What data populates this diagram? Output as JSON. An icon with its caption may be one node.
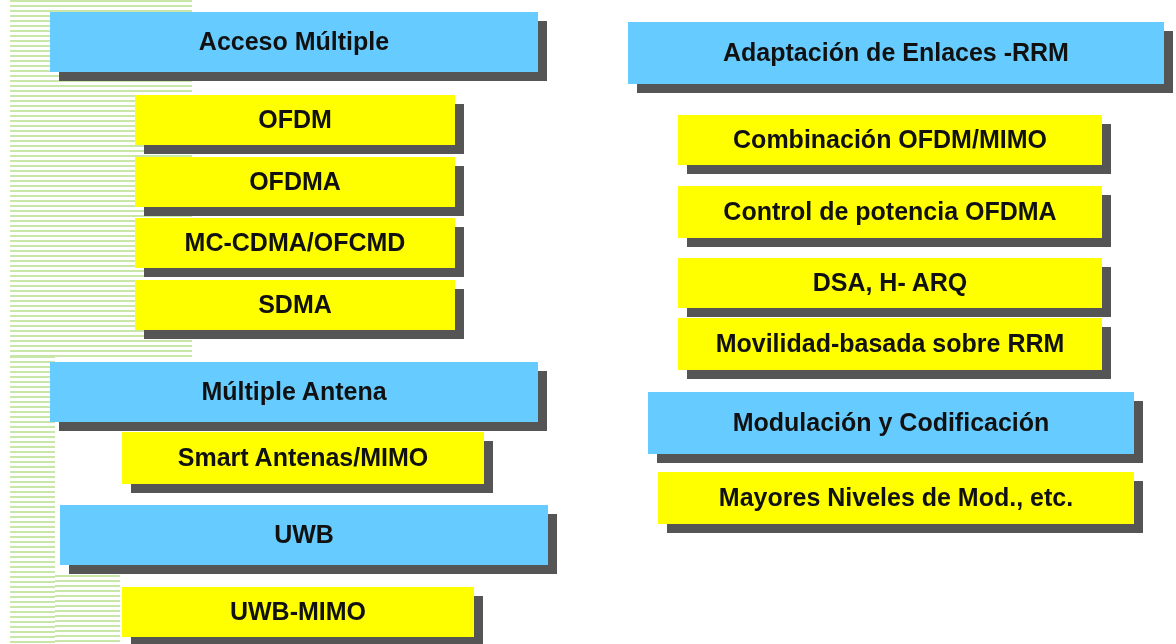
{
  "diagram": {
    "nodes": [
      {
        "text": [
          "Acceso Múltiple"
        ]
      },
      {
        "text": [
          "OFDM"
        ]
      },
      {
        "text": [
          "OFDMA"
        ]
      },
      {
        "text": [
          "MC-CDMA/OFCMD"
        ]
      },
      {
        "text": [
          "SDMA"
        ]
      },
      {
        "text": [
          "Múltiple Antena"
        ]
      },
      {
        "text": [
          "Smart Antenas/MIMO"
        ]
      },
      {
        "text": [
          "UWB"
        ]
      },
      {
        "text": [
          "UWB-MIMO"
        ]
      },
      {
        "text": [
          "Adaptación de Enlaces -RRM"
        ]
      },
      {
        "text": [
          "Combinación OFDM/MIMO"
        ]
      },
      {
        "text": [
          "Control de potencia OFDMA"
        ]
      },
      {
        "text": [
          "DSA, H- ARQ"
        ]
      },
      {
        "text": [
          "Movilidad-basada sobre RRM"
        ]
      },
      {
        "text": [
          "Modulación y Codificación"
        ]
      },
      {
        "text": [
          "Mayores Niveles de Mod., etc."
        ]
      }
    ]
  }
}
